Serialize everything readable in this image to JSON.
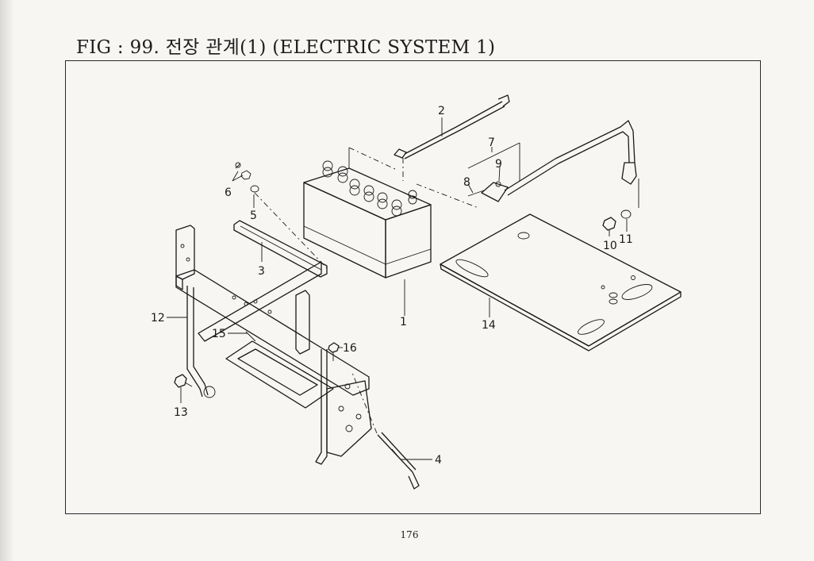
{
  "page": {
    "title": "FIG : 99. 전장 관계(1) (ELECTRIC SYSTEM 1)",
    "page_number": "176"
  },
  "diagram": {
    "callouts": [
      {
        "id": "1",
        "label": "1"
      },
      {
        "id": "2",
        "label": "2"
      },
      {
        "id": "3",
        "label": "3"
      },
      {
        "id": "4",
        "label": "4"
      },
      {
        "id": "5",
        "label": "5"
      },
      {
        "id": "6",
        "label": "6"
      },
      {
        "id": "7",
        "label": "7"
      },
      {
        "id": "8",
        "label": "8"
      },
      {
        "id": "9",
        "label": "9"
      },
      {
        "id": "10",
        "label": "10"
      },
      {
        "id": "11",
        "label": "11"
      },
      {
        "id": "12",
        "label": "12"
      },
      {
        "id": "13",
        "label": "13"
      },
      {
        "id": "14",
        "label": "14"
      },
      {
        "id": "15",
        "label": "15"
      },
      {
        "id": "16",
        "label": "16"
      }
    ]
  }
}
